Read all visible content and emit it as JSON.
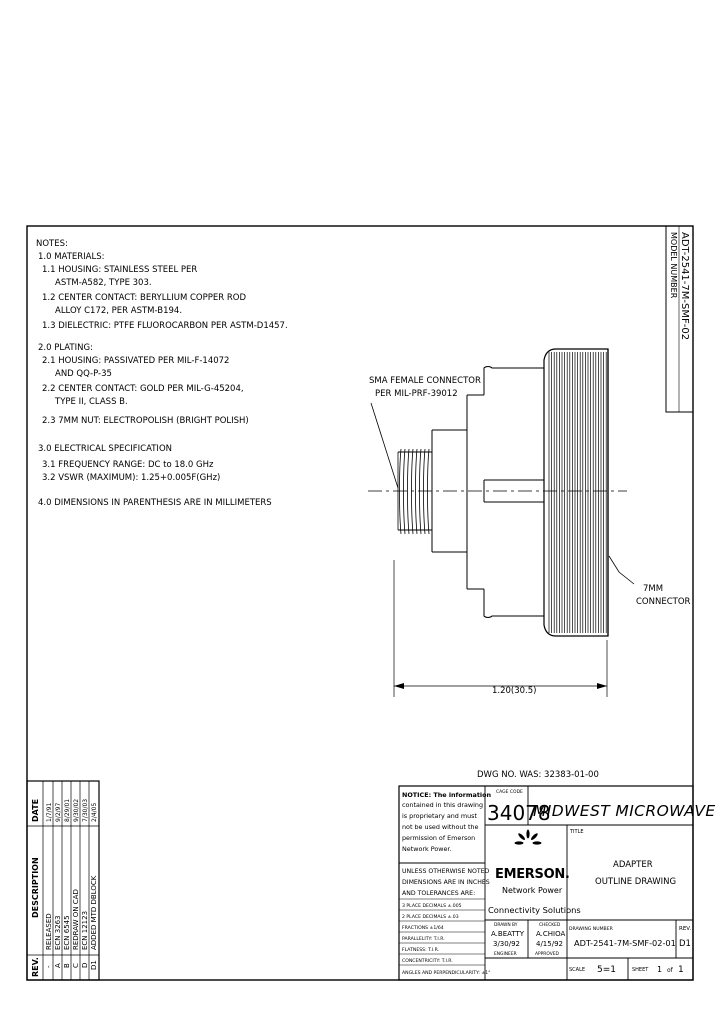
{
  "model_number": {
    "label": "MODEL NUMBER",
    "value": "ADT-2541-7M-SMF-02"
  },
  "notes": {
    "title": "NOTES:",
    "lines": [
      "1.0 MATERIALS:",
      "1.1 HOUSING: STAINLESS STEEL PER",
      "ASTM-A582, TYPE 303.",
      "1.2 CENTER CONTACT: BERYLLIUM COPPER ROD",
      "ALLOY C172, PER ASTM-B194.",
      "1.3 DIELECTRIC: PTFE FLUOROCARBON PER ASTM-D1457.",
      "2.0 PLATING:",
      "2.1 HOUSING: PASSIVATED PER MIL-F-14072",
      "AND QQ-P-35",
      "2.2 CENTER CONTACT: GOLD PER MIL-G-45204,",
      "TYPE II, CLASS B.",
      "2.3 7MM NUT: ELECTROPOLISH (BRIGHT POLISH)",
      "3.0 ELECTRICAL SPECIFICATION",
      "3.1 FREQUENCY RANGE: DC to 18.0 GHz",
      "3.2 VSWR (MAXIMUM): 1.25+0.005F(GHz)",
      "4.0 DIMENSIONS IN PARENTHESIS ARE IN MILLIMETERS"
    ]
  },
  "callouts": {
    "sma_line1": "SMA FEMALE CONNECTOR",
    "sma_line2": "PER MIL-PRF-39012",
    "mm7_line1": "7MM",
    "mm7_line2": "CONNECTOR",
    "dimension": "1.20(30.5)"
  },
  "dwg_was": "DWG NO. WAS: 32383-01-00",
  "revisions": {
    "headers": {
      "rev": "REV.",
      "description": "DESCRIPTION",
      "date": "DATE"
    },
    "rows": [
      {
        "rev": "-",
        "description": "RELEASED",
        "date": "1/7/91"
      },
      {
        "rev": "A",
        "description": "ECN 3263",
        "date": "9/2/97"
      },
      {
        "rev": "B",
        "description": "ECN 6545",
        "date": "8/29/01"
      },
      {
        "rev": "C",
        "description": "REDRAW ON CAD",
        "date": "9/30/02"
      },
      {
        "rev": "D",
        "description": "ECN 12123",
        "date": "7/30/03"
      },
      {
        "rev": "D1",
        "description": "ADDED MTD DBLOCK",
        "date": "2/4/05"
      }
    ]
  },
  "title_block": {
    "notice": [
      "NOTICE: The information",
      "contained in this drawing",
      "is proprietary and must",
      "not be used without the",
      "permission of Emerson",
      "Network Power."
    ],
    "cage_label": "CAGE CODE",
    "cage_code": "34078",
    "company": "MIDWEST MICROWAVE",
    "title_label": "TITLE",
    "title_line1": "ADAPTER",
    "title_line2": "OUTLINE DRAWING",
    "tolerances": [
      "UNLESS OTHERWISE NOTED",
      "DIMENSIONS ARE IN INCHES",
      "AND TOLERANCES ARE:"
    ],
    "tol_values": [
      "3 PLACE DECIMALS ±.005",
      "2 PLACE DECIMALS ±.03",
      "FRACTIONS ±1/64",
      "PARALLELITY: T.I.R.",
      "FLATNESS: T.I.R.",
      "CONCENTRICITY: T.I.R.",
      "ANGLES AND PERPENDICULARITY: ±1°"
    ],
    "brand": "EMERSON.",
    "brand_sub": "Network Power",
    "brand_tag": "Connectivity Solutions",
    "drawn_label": "DRAWN BY",
    "drawn_by": "A.BEATTY",
    "drawn_date": "3/30/92",
    "checked_label": "CHECKED",
    "checked_by": "A.CHIOA",
    "checked_date": "4/15/92",
    "engineer_label": "ENGINEER",
    "approved_label": "APPROVED",
    "drawing_number_label": "DRAWING NUMBER",
    "drawing_number": "ADT-2541-7M-SMF-02-01",
    "rev_label": "REV.",
    "rev_value": "D1",
    "scale_label": "SCALE",
    "scale_value": "5=1",
    "sheet_label": "SHEET",
    "sheet_value": "1",
    "of_label": "of",
    "of_value": "1"
  }
}
